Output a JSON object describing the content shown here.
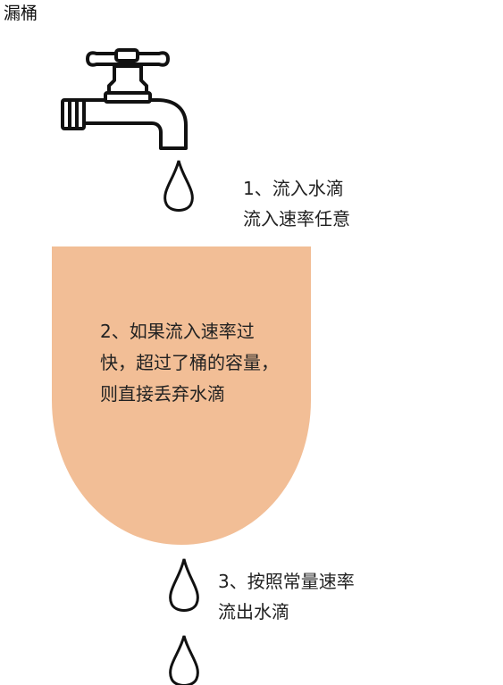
{
  "title": "漏桶",
  "colors": {
    "bucket": "#F2BE96",
    "outline": "#111111",
    "text": "#222222",
    "background": "#FFFFFF"
  },
  "icons": {
    "faucet": "faucet-icon",
    "drop": "water-drop-icon"
  },
  "steps": [
    {
      "lines": [
        "1、流入水滴",
        "流入速率任意"
      ]
    },
    {
      "lines": [
        "2、如果流入速率过",
        "快，超过了桶的容量，",
        "则直接丢弃水滴"
      ]
    },
    {
      "lines": [
        "3、按照常量速率",
        "流出水滴"
      ]
    }
  ]
}
